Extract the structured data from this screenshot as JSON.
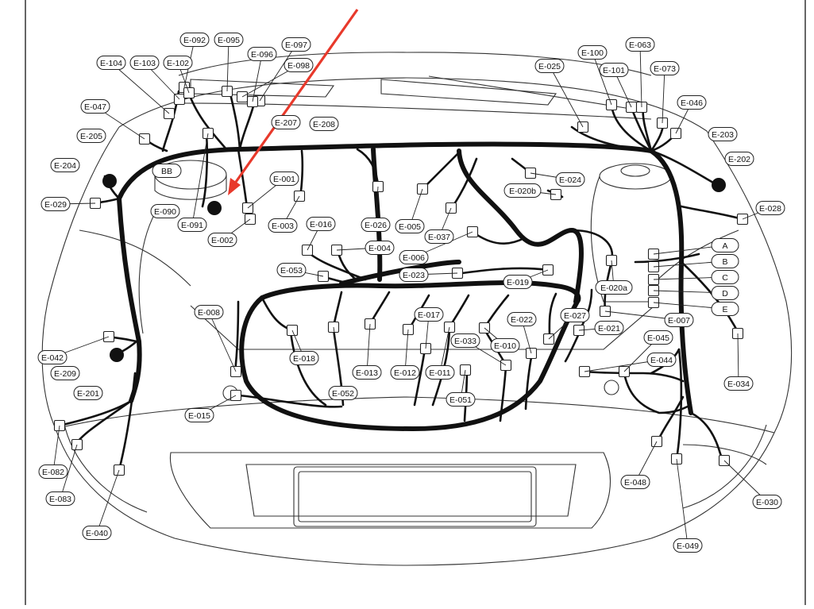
{
  "diagram": {
    "callouts": [
      "E-092",
      "E-095",
      "E-097",
      "E-096",
      "E-098",
      "E-104",
      "E-103",
      "E-102",
      "E-047",
      "E-207",
      "E-208",
      "E-205",
      "E-204",
      "BB",
      "E-090",
      "E-091",
      "E-001",
      "E-002",
      "E-003",
      "E-016",
      "E-026",
      "E-005",
      "E-037",
      "E-006",
      "E-004",
      "E-053",
      "E-023",
      "E-029",
      "E-042",
      "E-209",
      "E-201",
      "E-008",
      "E-018",
      "E-052",
      "E-013",
      "E-012",
      "E-017",
      "E-011",
      "E-033",
      "E-010",
      "E-022",
      "E-027",
      "E-021",
      "E-019",
      "E-020a",
      "E-007",
      "E-045",
      "E-044",
      "E-034",
      "E-024",
      "E-020b",
      "E-025",
      "E-100",
      "E-101",
      "E-063",
      "E-073",
      "E-046",
      "E-203",
      "E-202",
      "E-028",
      "A",
      "B",
      "C",
      "D",
      "E",
      "E-015",
      "E-051",
      "E-082",
      "E-083",
      "E-040",
      "E-048",
      "E-049",
      "E-030"
    ],
    "colors": {
      "harness": "#111111",
      "arrow": "#e8392b",
      "outline": "#333333"
    }
  }
}
